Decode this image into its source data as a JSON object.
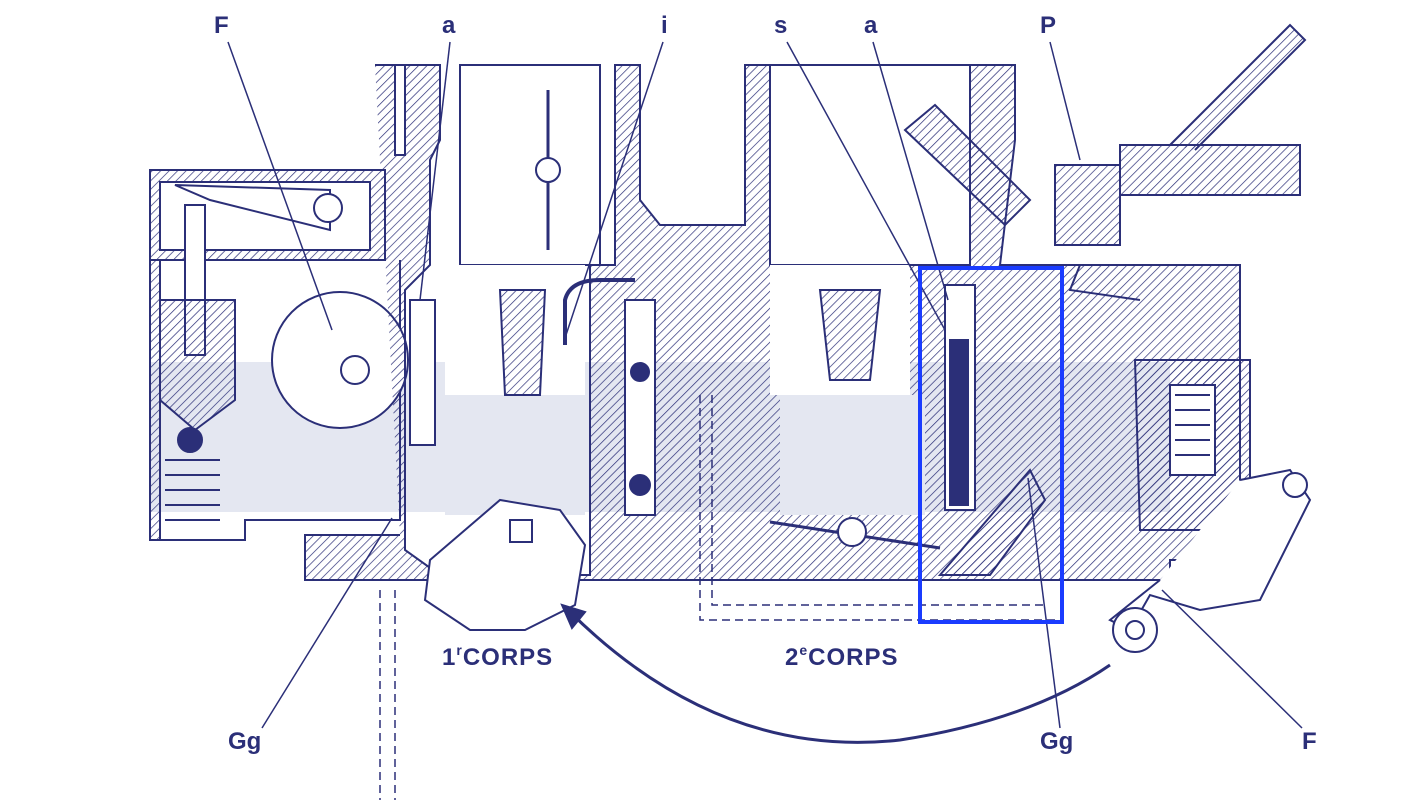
{
  "title_labels": {
    "top": [
      "F",
      "a",
      "i",
      "s",
      "a",
      "P"
    ],
    "bottom": [
      "Gg",
      "Gg",
      "F"
    ]
  },
  "bodies": {
    "first": {
      "number": "1",
      "suffix": "r",
      "word": "CORPS"
    },
    "second": {
      "number": "2",
      "suffix": "e",
      "word": "CORPS"
    }
  },
  "colors": {
    "ink": "#2b2f78",
    "highlight": "#1a3cff",
    "fuel": "#e4e7f1"
  }
}
